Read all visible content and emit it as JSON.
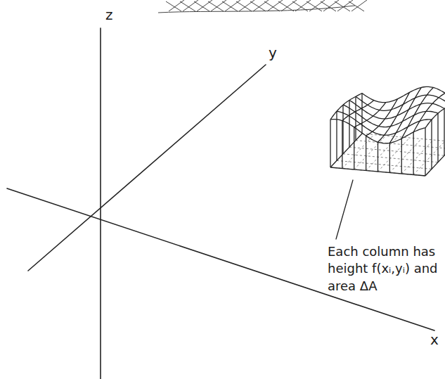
{
  "diagram": {
    "labels": [
      "z",
      "y",
      "x",
      "Each column has height f(xᵢ,yᵢ) and area ΔA"
    ]
  }
}
